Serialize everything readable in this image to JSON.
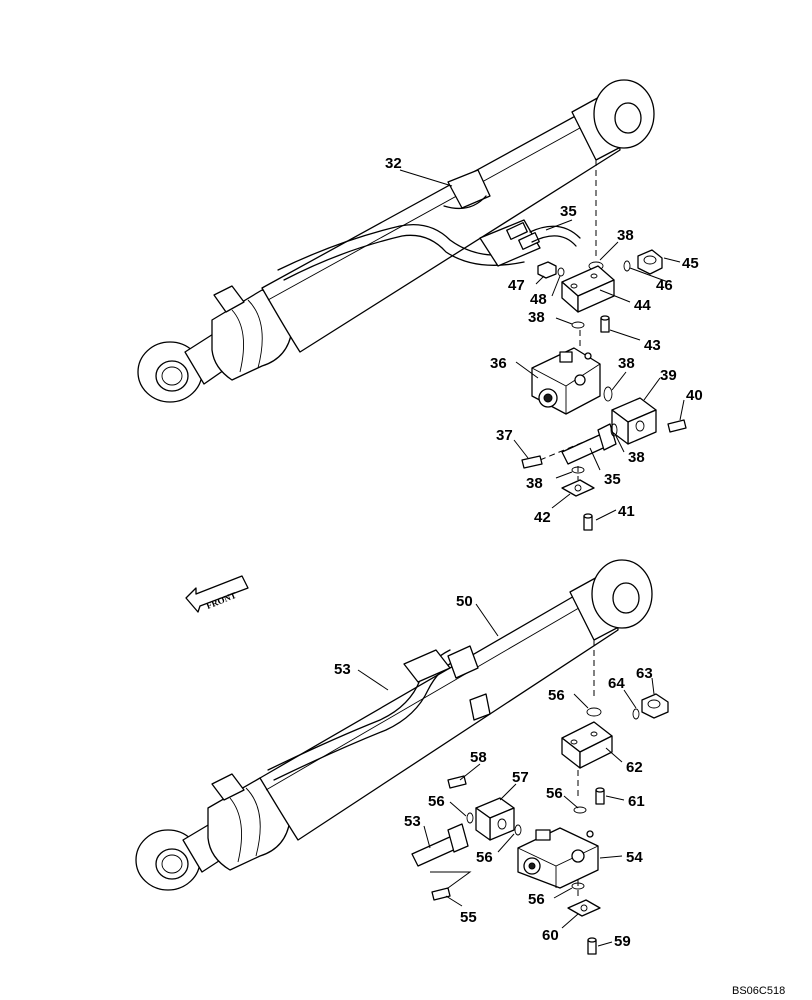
{
  "diagram": {
    "drawing_code": "BS06C518",
    "front_arrow_label": "FRONT",
    "callouts": {
      "c32": "32",
      "c35a": "35",
      "c38a": "38",
      "c45": "45",
      "c46": "46",
      "c47": "47",
      "c48": "48",
      "c44": "44",
      "c38b": "38",
      "c43": "43",
      "c36": "36",
      "c38c": "38",
      "c39": "39",
      "c40": "40",
      "c37": "37",
      "c38d": "38",
      "c35b": "35",
      "c38e": "38",
      "c42": "42",
      "c41": "41",
      "c50": "50",
      "c53a": "53",
      "c56a": "56",
      "c64": "64",
      "c63": "63",
      "c62": "62",
      "c58": "58",
      "c57": "57",
      "c56b": "56",
      "c56c": "56",
      "c61": "61",
      "c53b": "53",
      "c56d": "56",
      "c54": "54",
      "c56e": "56",
      "c55": "55",
      "c60": "60",
      "c59": "59"
    }
  }
}
